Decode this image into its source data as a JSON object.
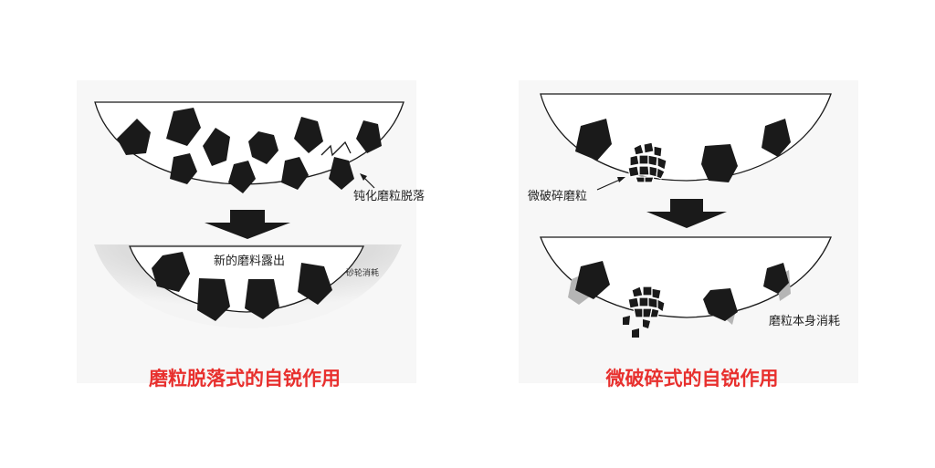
{
  "left_panel": {
    "label_blunt": "钝化磨粒脱落",
    "label_new": "新的磨料露出",
    "label_wheel": "砂轮消耗",
    "title": "磨粒脱落式的自锐作用"
  },
  "right_panel": {
    "label_micro": "微破碎磨粒",
    "label_consume": "磨粒本身消耗",
    "title": "微破碎式的自锐作用"
  },
  "colors": {
    "title": "#e8302e",
    "grain": "#1a1a1a",
    "shadow": "#b5b5b5",
    "panel": "#f7f7f7"
  }
}
